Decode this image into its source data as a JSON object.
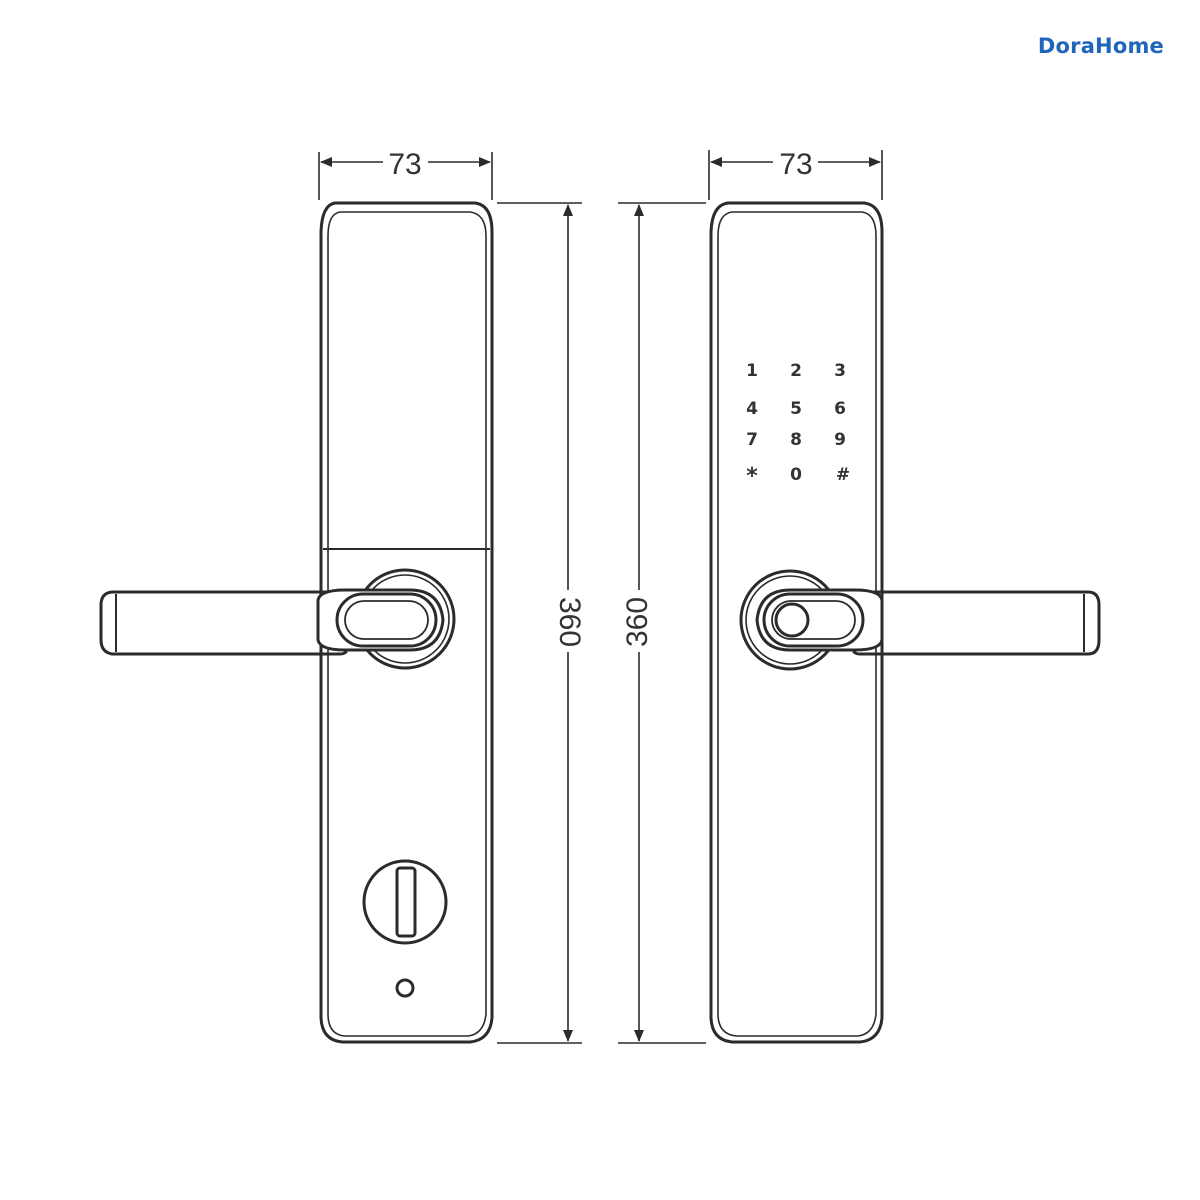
{
  "brand": {
    "logo_text": "DoraHome",
    "color": "#1f66b8",
    "accent_dot_color": "#27b5e8"
  },
  "dimensions": {
    "width_left": "73",
    "width_right": "73",
    "height_left": "360",
    "height_right": "360"
  },
  "keypad": {
    "keys": [
      "1",
      "2",
      "3",
      "4",
      "5",
      "6",
      "7",
      "8",
      "9",
      "*",
      "0",
      "#"
    ]
  },
  "colors": {
    "line": "#2b2b2b",
    "background": "#ffffff"
  }
}
